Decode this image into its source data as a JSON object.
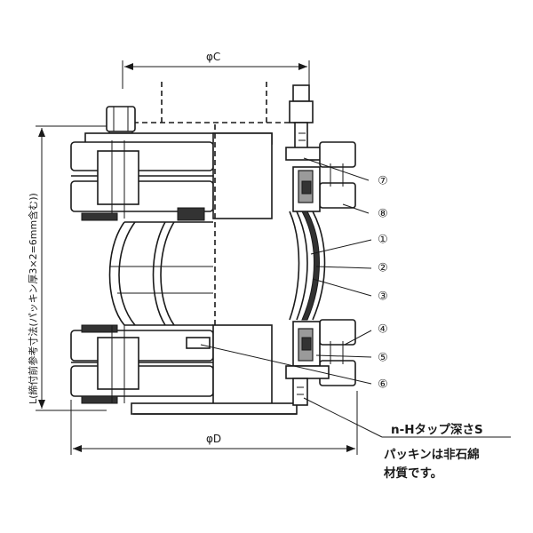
{
  "dimensions": {
    "phi_c": "φC",
    "phi_d": "φD",
    "length_note": "L(締付前参考寸法(パッキン厚3×2=6mm含む))"
  },
  "callouts": [
    "⑦",
    "⑧",
    "①",
    "②",
    "③",
    "④",
    "⑤",
    "⑥"
  ],
  "notes": {
    "tap": "n-Hタップ深さS",
    "gasket_line1": "パッキンは非石綿",
    "gasket_line2": "材質です。"
  }
}
